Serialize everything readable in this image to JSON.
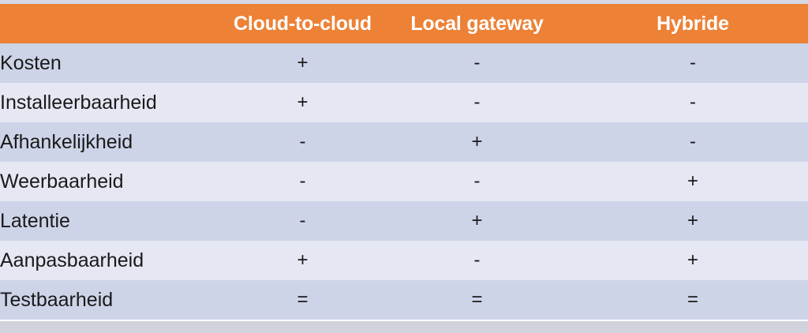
{
  "table": {
    "columns": [
      {
        "key": "criterion",
        "label": ""
      },
      {
        "key": "cloud_to_cloud",
        "label": "Cloud-to-cloud"
      },
      {
        "key": "local_gateway",
        "label": "Local gateway"
      },
      {
        "key": "hybride",
        "label": "Hybride"
      }
    ],
    "rows": [
      {
        "criterion": "Kosten",
        "cloud_to_cloud": "+",
        "local_gateway": "-",
        "hybride": "-"
      },
      {
        "criterion": "Installeerbaarheid",
        "cloud_to_cloud": "+",
        "local_gateway": "-",
        "hybride": "-"
      },
      {
        "criterion": "Afhankelijkheid",
        "cloud_to_cloud": "-",
        "local_gateway": "+",
        "hybride": "-"
      },
      {
        "criterion": "Weerbaarheid",
        "cloud_to_cloud": "-",
        "local_gateway": "-",
        "hybride": "+"
      },
      {
        "criterion": "Latentie",
        "cloud_to_cloud": "-",
        "local_gateway": "+",
        "hybride": "+"
      },
      {
        "criterion": "Aanpasbaarheid",
        "cloud_to_cloud": "+",
        "local_gateway": "-",
        "hybride": "+"
      },
      {
        "criterion": "Testbaarheid",
        "cloud_to_cloud": "=",
        "local_gateway": "=",
        "hybride": "="
      }
    ]
  },
  "colors": {
    "header_background": "#ed8136",
    "header_text": "#ffffff",
    "row_odd_background": "#ced4e8",
    "row_even_background": "#e5e8f3",
    "body_text": "#1a1a1a",
    "top_strip": "#d5d7e4",
    "bottom_strip": "#d2d2dd"
  }
}
